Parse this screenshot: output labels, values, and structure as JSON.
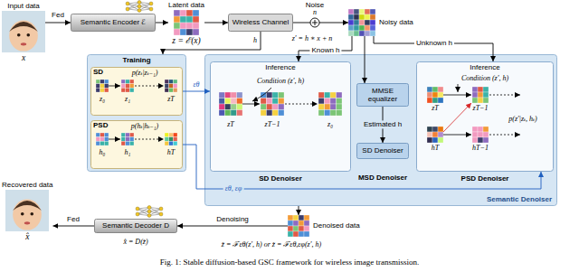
{
  "diagram": {
    "caption": "Fig. 1: Stable diffusion-based GSC framework for wireless image transmission.",
    "nodes": [
      {
        "text": [
          "Input data",
          "x"
        ]
      },
      {
        "text": [
          "Semantic Encoder ℰ"
        ]
      },
      {
        "text": [
          "Latent data",
          "z = ℰ(x)"
        ]
      },
      {
        "text": [
          "Wireless Channel"
        ]
      },
      {
        "text": [
          "Noisy data"
        ]
      },
      {
        "text": [
          "Training"
        ]
      },
      {
        "text": [
          "SD"
        ],
        "in": 5
      },
      {
        "text": [
          "PSD"
        ],
        "in": 5
      },
      {
        "text": [
          "Semantic Denoiser"
        ]
      },
      {
        "text": [
          "Inference",
          "SD Denoiser"
        ],
        "in": 8
      },
      {
        "text": [
          "MMSE equalizer"
        ],
        "in": 8
      },
      {
        "text": [
          "SD Denoiser"
        ],
        "in": 8
      },
      {
        "text": [
          "Inference",
          "PSD Denoiser"
        ],
        "in": 8
      },
      {
        "text": [
          "Denoised data"
        ]
      },
      {
        "text": [
          "Semantic Decoder D"
        ]
      },
      {
        "text": [
          "Recovered data",
          "x̂"
        ]
      }
    ],
    "edges": [
      {
        "from": 0,
        "to": 1,
        "label": "Fed",
        "arrow": "to"
      },
      {
        "from": 1,
        "to": 2,
        "arrow": "to"
      },
      {
        "from": 2,
        "to": 3,
        "arrow": "to"
      },
      {
        "from": 3,
        "to": 4,
        "arrow": "to"
      },
      {
        "from": 3,
        "to": 5,
        "label": "h",
        "arrow": "to"
      },
      {
        "from": 4,
        "to": 9,
        "label": "Known h",
        "arrow": "to"
      },
      {
        "from": 4,
        "to": 10,
        "arrow": "to"
      },
      {
        "from": 4,
        "to": 12,
        "label": "Unknown h",
        "arrow": "to"
      },
      {
        "from": 10,
        "to": 11,
        "label": "Estimated h",
        "arrow": "to"
      },
      {
        "from": 6,
        "to": 9,
        "label": "εθ",
        "arrow": "to"
      },
      {
        "from": 7,
        "to": 12,
        "label": "εθ, εφ",
        "arrow": "to"
      },
      {
        "from": 8,
        "to": 13,
        "arrow": "to"
      },
      {
        "from": 13,
        "to": 14,
        "label": "Denoising",
        "arrow": "to"
      },
      {
        "from": 14,
        "to": 15,
        "label": "Fed",
        "arrow": "to"
      }
    ],
    "labels": [
      "Noise",
      "n",
      "z′ = h ∗ x + n",
      "p(zₜ|zₜ₋₁)",
      "z₀",
      "z₁",
      "zT",
      "p(hₜ|hₜ₋₁)",
      "h₀",
      "h₁",
      "hT",
      "Condition (z′, h)",
      "zT",
      "zT−1",
      "z₀",
      "MSD Denoiser",
      "Condition (z′, h)",
      "zT",
      "zT−1",
      "hT",
      "hT−1",
      "p(z′|zₜ, hₜ)",
      "z̃ = ℱεθ(z′, h) or z̃ = ℱεθ,εφ(z′, h)",
      "x̂ = D(z̃)"
    ]
  }
}
